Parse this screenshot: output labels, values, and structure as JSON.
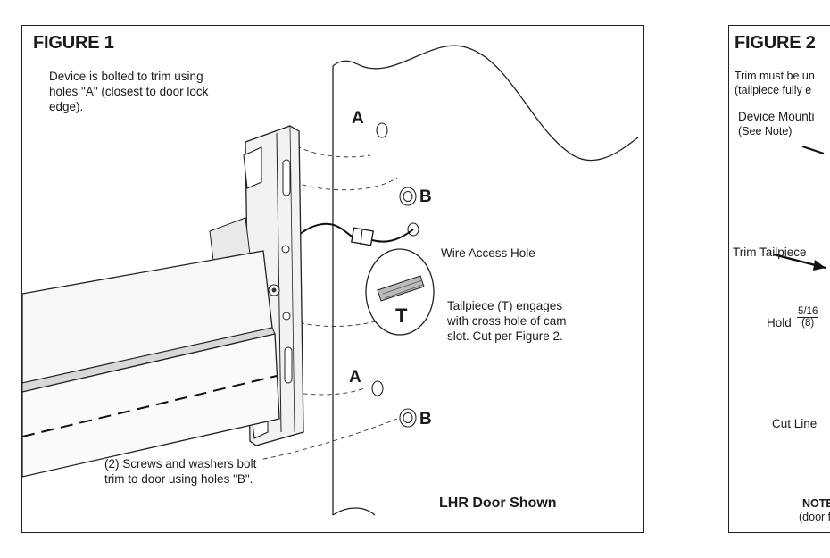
{
  "figure1": {
    "title": "FIGURE 1",
    "note_device": "Device is bolted to trim using holes \"A\" (closest to door lock edge).",
    "label_A_top": "A",
    "label_B_top": "B",
    "label_A_bottom": "A",
    "label_B_bottom": "B",
    "label_T": "T",
    "note_wire": "Wire Access Hole",
    "note_tailpiece": "Tailpiece (T) engages with cross hole of cam slot. Cut per Figure 2.",
    "note_screws": "(2) Screws and washers bolt trim to door using holes \"B\".",
    "door_shown": "LHR Door Shown"
  },
  "figure2": {
    "title": "FIGURE 2",
    "note_trim": "Trim must be un",
    "note_trim_2": "(tailpiece fully e",
    "device_mount": "Device Mounti",
    "device_mount_2": "(See Note)",
    "trim_tailpiece": "Trim Tailpiece",
    "hold": "Hold",
    "frac_num": "5/16",
    "frac_den": "(8)",
    "cut_line": "Cut Line",
    "note_label": "NOTE:",
    "note_text": "(door fa"
  }
}
